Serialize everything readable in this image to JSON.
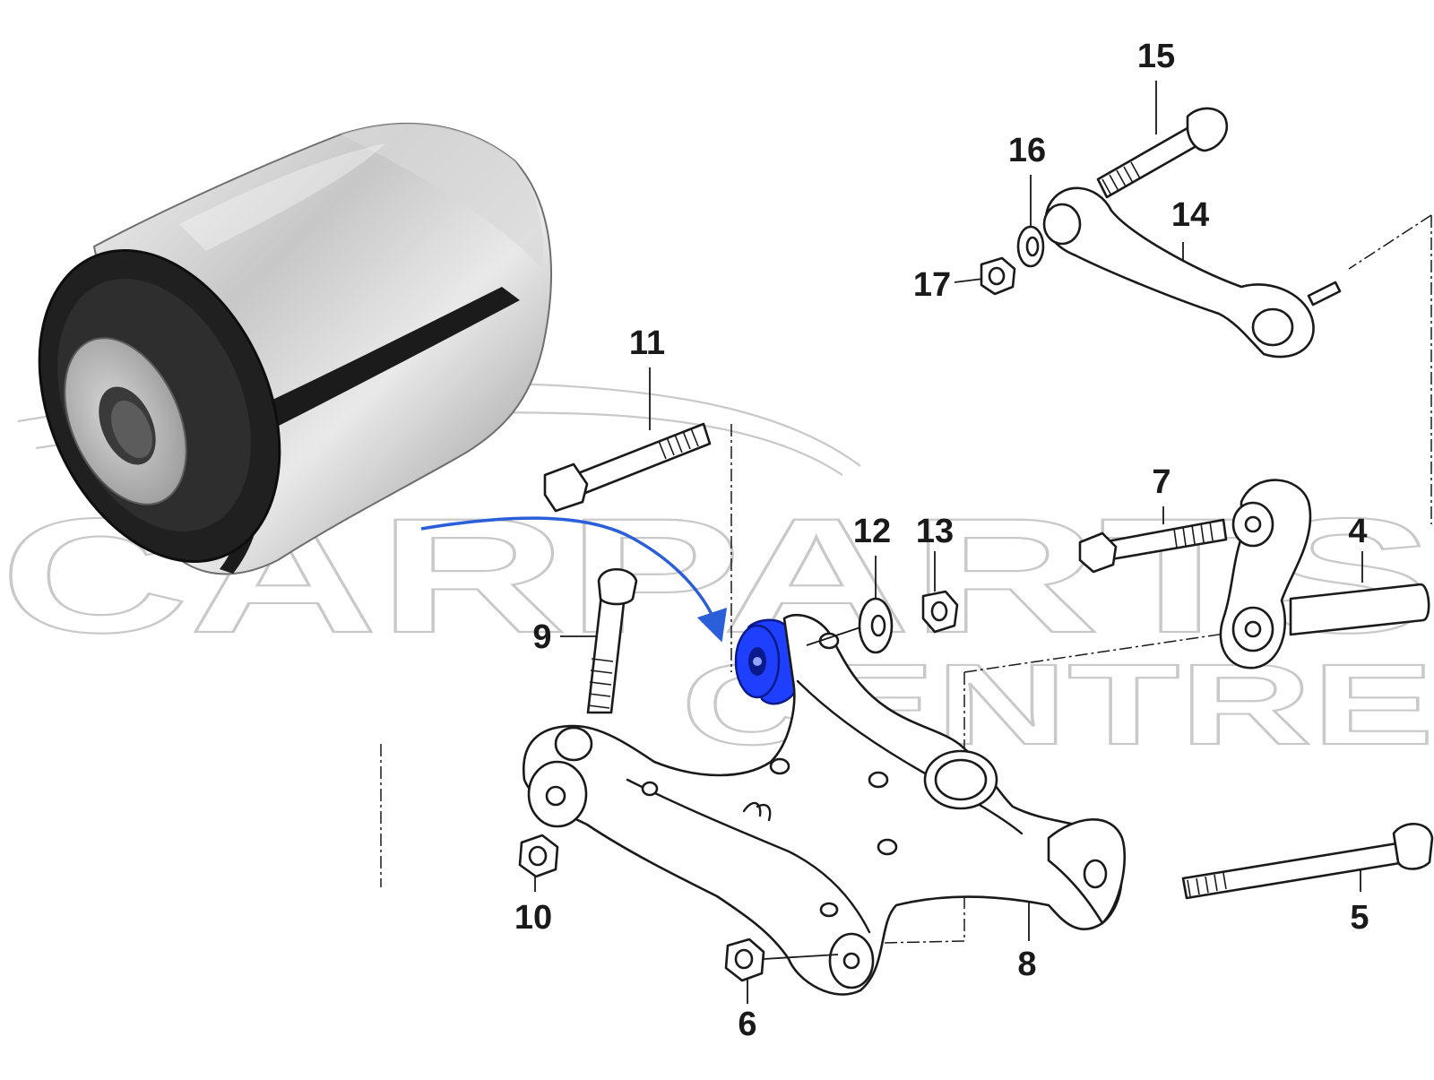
{
  "diagram": {
    "callouts": [
      {
        "id": "4",
        "label": "4"
      },
      {
        "id": "5",
        "label": "5"
      },
      {
        "id": "6",
        "label": "6"
      },
      {
        "id": "7",
        "label": "7"
      },
      {
        "id": "8",
        "label": "8"
      },
      {
        "id": "9",
        "label": "9"
      },
      {
        "id": "10",
        "label": "10"
      },
      {
        "id": "11",
        "label": "11"
      },
      {
        "id": "12",
        "label": "12"
      },
      {
        "id": "13",
        "label": "13"
      },
      {
        "id": "14",
        "label": "14"
      },
      {
        "id": "15",
        "label": "15"
      },
      {
        "id": "16",
        "label": "16"
      },
      {
        "id": "17",
        "label": "17"
      }
    ],
    "highlight_color": "#1f3fff",
    "arrow_color": "#2b5fd9"
  },
  "watermark": {
    "line1": "CARPARTS",
    "line2": "CENTRE",
    "color": "#c9c9c9"
  }
}
